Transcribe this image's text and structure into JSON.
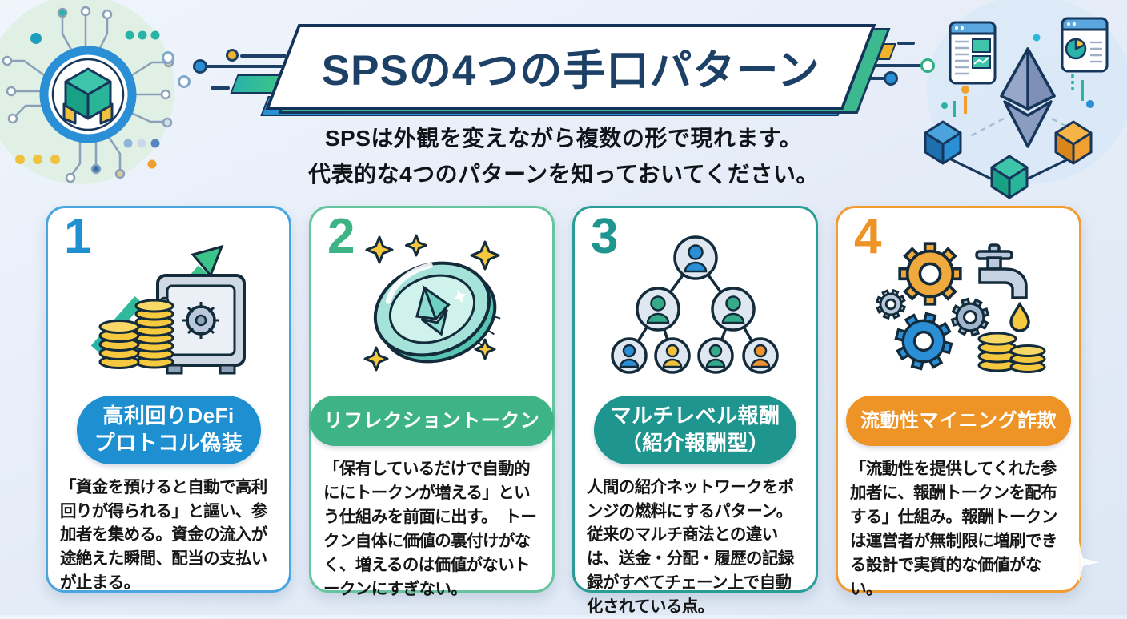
{
  "page": {
    "background_top": "#f0f5fc",
    "background_bottom": "#dde7f4"
  },
  "header": {
    "title": "SPSの4つの手口パターン",
    "title_color": "#1d4166",
    "banner_green": "#3cb98e",
    "banner_blue": "#2b8fd6",
    "banner_yellow": "#f0b42c",
    "subtitle_line1": "SPSは外観を変えながら複数の形で現れます。",
    "subtitle_line2": "代表的な4つのパターンを知っておいてください。"
  },
  "decor": {
    "left_illustration": "blockchain-chip-illustration",
    "right_illustration": "ethereum-network-illustration",
    "corner_sparkle": "sparkle-icon"
  },
  "cards": [
    {
      "number": "1",
      "accent_color": "#1e8fd0",
      "border_color": "#4aa6de",
      "icon": "vault-growth-icon",
      "badge_lines": [
        "高利回りDeFi",
        "プロトコル偽装"
      ],
      "description": "「資金を預けると自動で高利回りが得られる」と謳い、参加者を集める。資金の流入が途絶えた瞬間、配当の支払いが止まる。"
    },
    {
      "number": "2",
      "accent_color": "#3db386",
      "border_color": "#67c49e",
      "icon": "reflection-token-icon",
      "badge_lines": [
        "リフレクショントークン"
      ],
      "description": "「保有しているだけで自動的ににトークンが増える」という仕組みを前面に出す。　トークン自体に価値の裏付けがなく、増えるのは価値がないトークンにすぎない。"
    },
    {
      "number": "3",
      "accent_color": "#1e968f",
      "border_color": "#2a9d96",
      "icon": "referral-network-icon",
      "badge_lines": [
        "マルチレベル報酬",
        "（紹介報酬型）"
      ],
      "description": "人間の紹介ネットワークをポンジの燃料にするパターン。従来のマルチ商法との違いは、送金・分配・履歴の記録録がすべてチェーン上で自動化されている点。"
    },
    {
      "number": "4",
      "accent_color": "#ee9426",
      "border_color": "#f09d33",
      "icon": "liquidity-mining-icon",
      "badge_lines": [
        "流動性マイニング詐欺"
      ],
      "description": "「流動性を提供してくれた参加者に、報酬トークンを配布する」仕組み。報酬トークンは運営者が無制限に増刷できる設計で実質的な価値がない。"
    }
  ]
}
